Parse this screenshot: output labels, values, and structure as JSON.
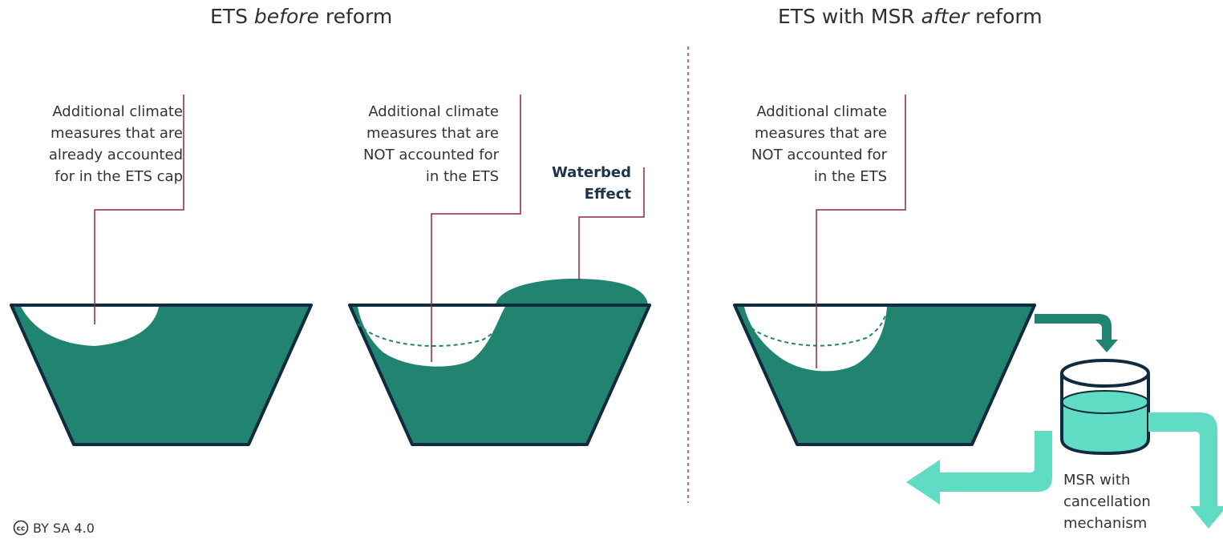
{
  "titles": {
    "left": {
      "pre": "ETS ",
      "em": "before",
      "post": " reform"
    },
    "right": {
      "pre": "ETS with MSR ",
      "em": "after",
      "post": " reform"
    }
  },
  "labels": {
    "accounted": [
      "Additional climate",
      "measures that are",
      "already accounted",
      "for in the ETS cap"
    ],
    "not_accounted_1": [
      "Additional climate",
      "measures that are",
      "NOT accounted for",
      "in the ETS"
    ],
    "waterbed": [
      "Waterbed",
      "Effect"
    ],
    "not_accounted_2": [
      "Additional climate",
      "measures that are",
      "NOT accounted for",
      "in the ETS"
    ],
    "msr": [
      "MSR with",
      "cancellation",
      "mechanism"
    ]
  },
  "license": {
    "text": "BY SA 4.0",
    "icon": "cc-icon"
  },
  "colors": {
    "basin_fill": "#218470",
    "basin_outline": "#102a40",
    "callout_line": "#8e2a3a",
    "divider": "#b04050",
    "arrow": "#5fdcc3",
    "msr_water": "#5fdcc3",
    "waterbed": "#218470"
  }
}
